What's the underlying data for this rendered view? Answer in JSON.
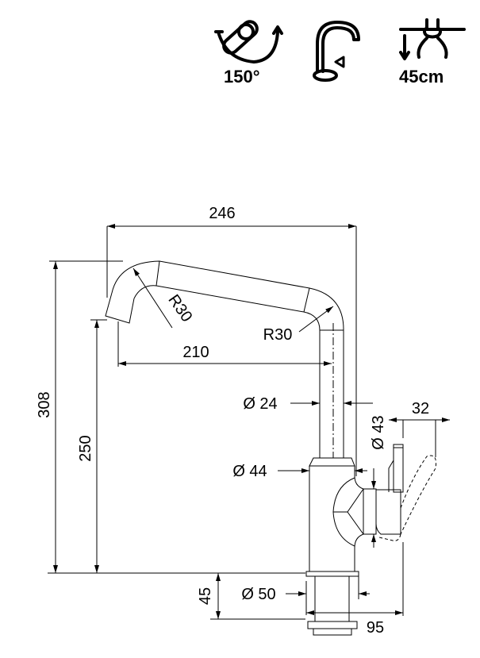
{
  "icons": [
    {
      "name": "swivel-150-icon",
      "label": "150°"
    },
    {
      "name": "spout-shape-icon",
      "label": ""
    },
    {
      "name": "pull-out-hose-icon",
      "label": "45cm"
    }
  ],
  "dimensions": {
    "overall_reach": "246",
    "overall_height": "308",
    "spout_height": "250",
    "spout_reach": "210",
    "bend_radius_left": "R30",
    "bend_radius_right": "R30",
    "tube_diameter": "Ø 24",
    "body_diameter": "Ø 44",
    "cartridge_diameter": "Ø 43",
    "handle_depth": "32",
    "base_diameter": "Ø 50",
    "shank_length": "45",
    "body_depth": "95"
  },
  "colors": {
    "line": "#000000",
    "background": "#ffffff"
  }
}
